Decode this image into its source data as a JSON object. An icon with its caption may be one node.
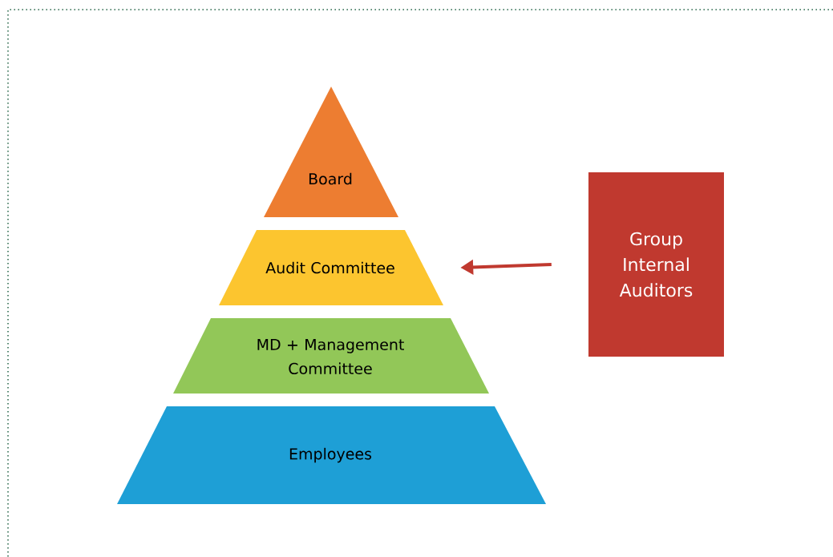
{
  "diagram": {
    "nodes": [
      {
        "text": [
          "Board"
        ]
      },
      {
        "text": [
          "Audit Committee"
        ]
      },
      {
        "text": [
          "MD + Management Committee"
        ]
      },
      {
        "text": [
          "Employees"
        ]
      },
      {
        "text": [
          "Group Internal Auditors"
        ]
      }
    ],
    "edges": [
      {
        "from": 4,
        "to": 1,
        "arrow": "to"
      }
    ]
  }
}
